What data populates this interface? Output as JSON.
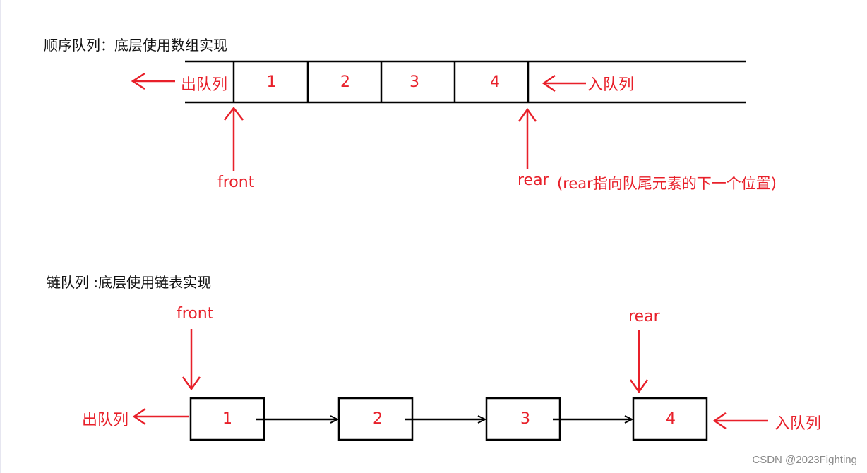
{
  "colors": {
    "accent": "#e8202a",
    "line": "#000000",
    "heading": "#111111",
    "watermark": "#8a8a8a"
  },
  "sequential_queue": {
    "title": "顺序队列：底层使用数组实现",
    "cells": [
      "1",
      "2",
      "3",
      "4"
    ],
    "dequeue_label": "出队列",
    "enqueue_label": "入队列",
    "front_label": "front",
    "rear_label": "rear",
    "rear_note": "(rear指向队尾元素的下一个位置)"
  },
  "linked_queue": {
    "title": "链队列 :底层使用链表实现",
    "nodes": [
      "1",
      "2",
      "3",
      "4"
    ],
    "dequeue_label": "出队列",
    "enqueue_label": "入队列",
    "front_label": "front",
    "rear_label": "rear"
  },
  "watermark": "CSDN @2023Fighting"
}
